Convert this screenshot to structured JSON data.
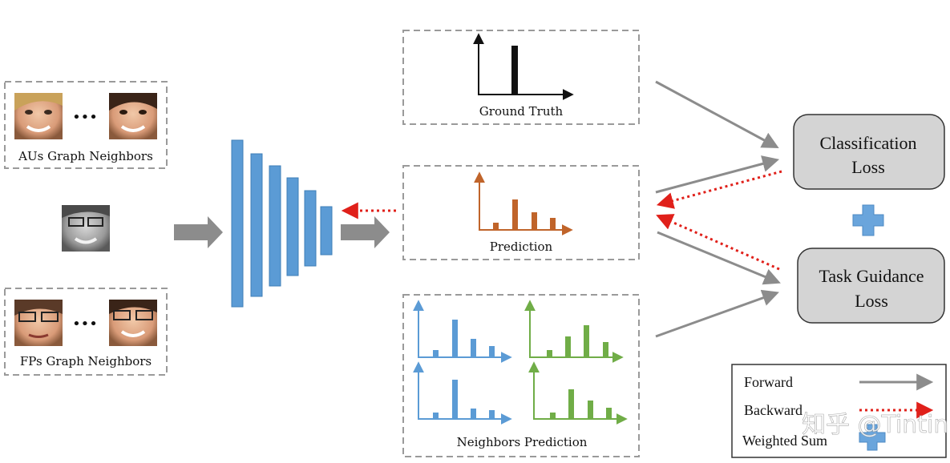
{
  "left_panel": {
    "aus_group_label": "AUs Graph Neighbors",
    "fps_group_label": "FPs Graph Neighbors",
    "ellipsis": "•••"
  },
  "outputs": {
    "ground_truth_label": "Ground Truth",
    "prediction_label": "Prediction",
    "neighbors_prediction_label": "Neighbors Prediction",
    "prediction_color": "#c0642a",
    "neighbor_blue": "#5b9bd5",
    "neighbor_green": "#70ad47"
  },
  "losses": {
    "classification_line1": "Classification",
    "classification_line2": "Loss",
    "task_line1": "Task Guidance",
    "task_line2": "Loss"
  },
  "legend": {
    "forward": "Forward",
    "backward": "Backward",
    "weighted_sum": "Weighted Sum"
  },
  "colors": {
    "network_blue": "#5b9bd5",
    "arrow_gray": "#8c8c8c",
    "backward_red": "#e0201a",
    "plus_blue": "#6aa5dc",
    "loss_box_fill": "#d4d4d4"
  },
  "watermark": "知乎 @Tintin"
}
